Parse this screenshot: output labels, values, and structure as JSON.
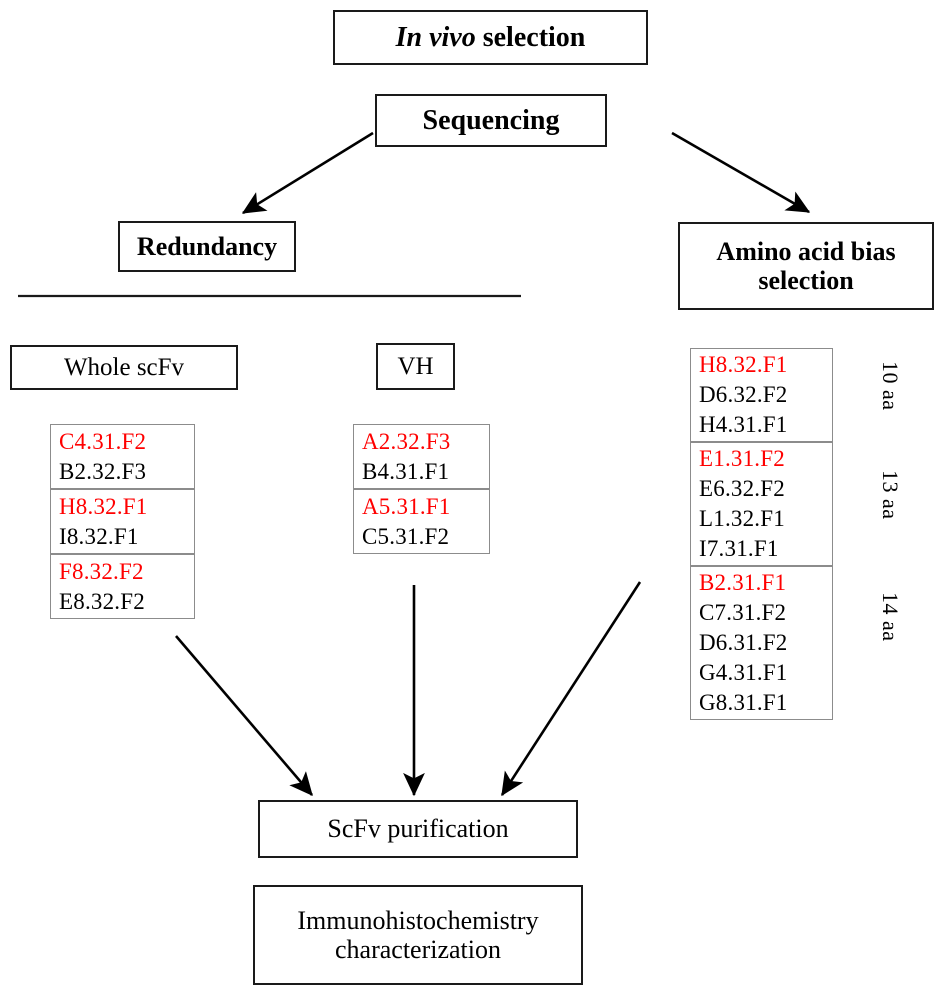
{
  "diagram": {
    "title_flow": "In vivo selection workflow",
    "nodes": {
      "in_vivo_selection": {
        "text_italic": "In vivo",
        "text_rest": " selection"
      },
      "sequencing": {
        "label": "Sequencing"
      },
      "redundancy": {
        "label": "Redundancy"
      },
      "amino_acid_bias": {
        "label": "Amino acid bias selection"
      },
      "whole_scfv": {
        "label": "Whole scFv"
      },
      "vh": {
        "label": "VH"
      },
      "scfv_purification": {
        "label": "ScFv purification"
      },
      "ihc": {
        "label": "Immunohistochemistry characterization"
      }
    },
    "whole_scfv_groups": [
      {
        "clones": [
          {
            "id": "C4.31.F2",
            "highlight": true
          },
          {
            "id": "B2.32.F3",
            "highlight": false
          }
        ]
      },
      {
        "clones": [
          {
            "id": "H8.32.F1",
            "highlight": true
          },
          {
            "id": "I8.32.F1",
            "highlight": false
          }
        ]
      },
      {
        "clones": [
          {
            "id": "F8.32.F2",
            "highlight": true
          },
          {
            "id": "E8.32.F2",
            "highlight": false
          }
        ]
      }
    ],
    "vh_groups": [
      {
        "clones": [
          {
            "id": "A2.32.F3",
            "highlight": true
          },
          {
            "id": "B4.31.F1",
            "highlight": false
          }
        ]
      },
      {
        "clones": [
          {
            "id": "A5.31.F1",
            "highlight": true
          },
          {
            "id": "C5.31.F2",
            "highlight": false
          }
        ]
      }
    ],
    "bias_groups": [
      {
        "length_label": "10 aa",
        "clones": [
          {
            "id": "H8.32.F1",
            "highlight": true
          },
          {
            "id": "D6.32.F2",
            "highlight": false
          },
          {
            "id": "H4.31.F1",
            "highlight": false
          }
        ]
      },
      {
        "length_label": "13 aa",
        "clones": [
          {
            "id": "E1.31.F2",
            "highlight": true
          },
          {
            "id": "E6.32.F2",
            "highlight": false
          },
          {
            "id": "L1.32.F1",
            "highlight": false
          },
          {
            "id": "I7.31.F1",
            "highlight": false
          }
        ]
      },
      {
        "length_label": "14 aa",
        "clones": [
          {
            "id": "B2.31.F1",
            "highlight": true
          },
          {
            "id": "C7.31.F2",
            "highlight": false
          },
          {
            "id": "D6.31.F2",
            "highlight": false
          },
          {
            "id": "G4.31.F1",
            "highlight": false
          },
          {
            "id": "G8.31.F1",
            "highlight": false
          }
        ]
      }
    ],
    "colors": {
      "highlight": "#ff0000",
      "text": "#000000",
      "box_border": "#1a1a1a",
      "clone_border": "#8c8c8c",
      "background": "#ffffff"
    }
  }
}
